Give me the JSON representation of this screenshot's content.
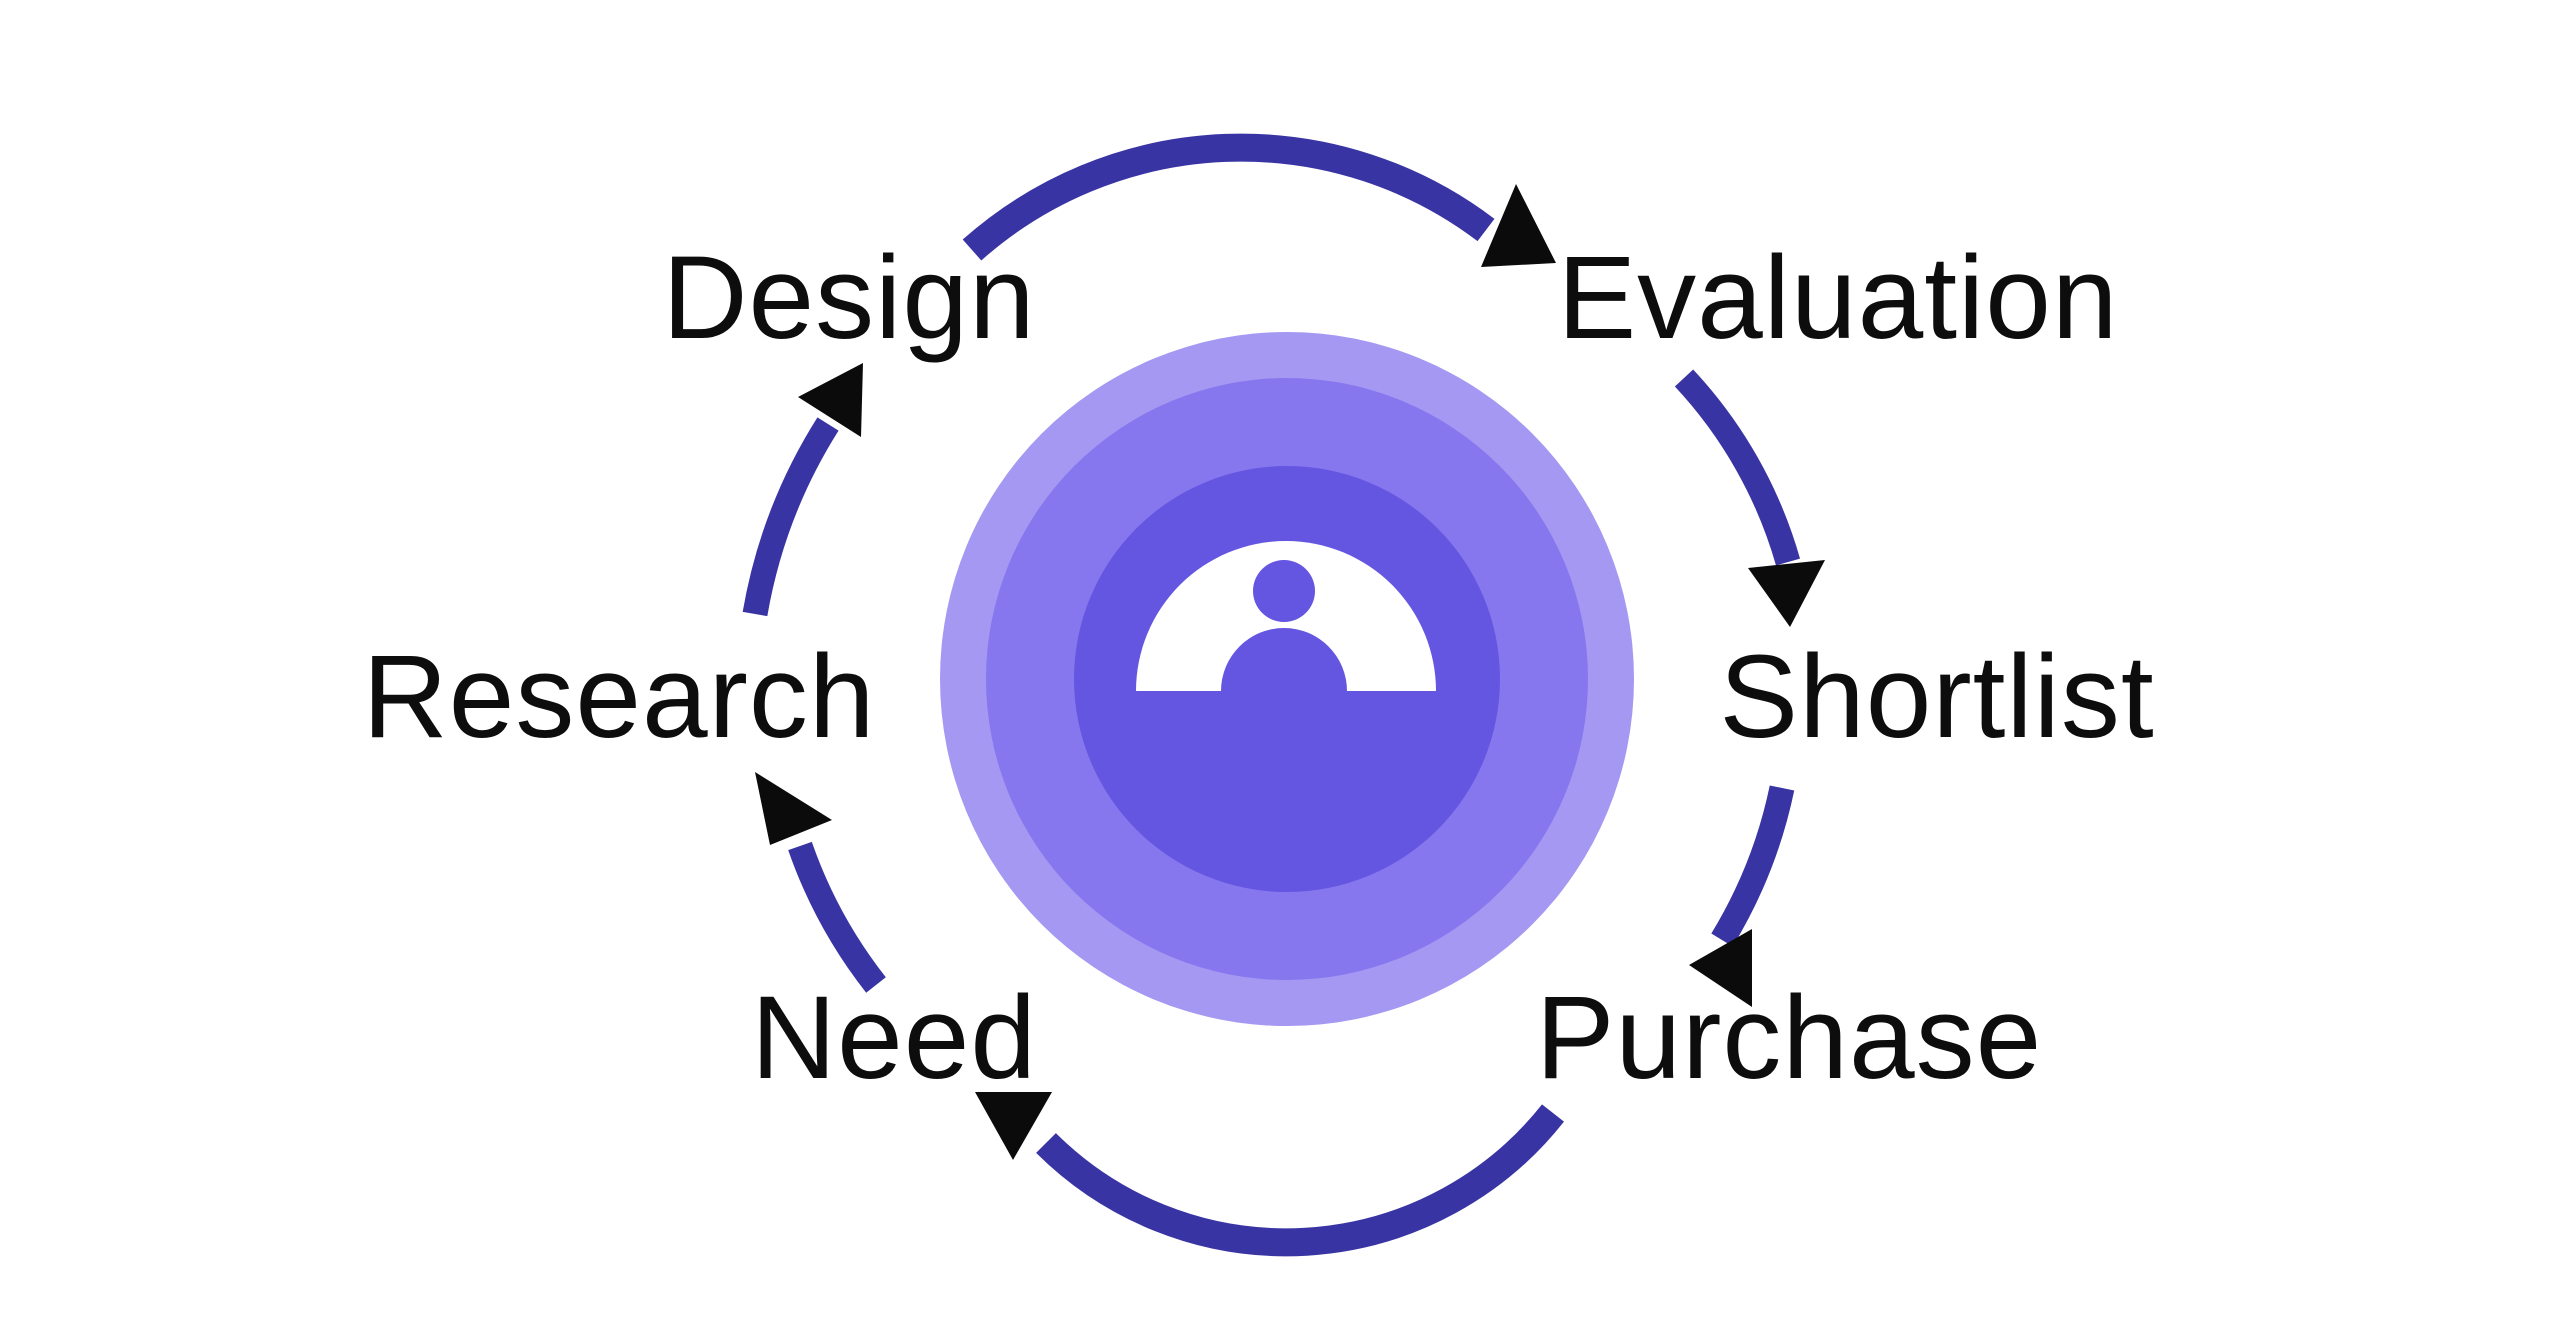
{
  "diagram": {
    "type": "cycle",
    "direction": "clockwise",
    "center_icon": "person-icon",
    "stages": [
      {
        "label": "Design",
        "position": "top-left"
      },
      {
        "label": "Evaluation",
        "position": "top-right"
      },
      {
        "label": "Shortlist",
        "position": "right"
      },
      {
        "label": "Purchase",
        "position": "bottom-right"
      },
      {
        "label": "Need",
        "position": "bottom-left"
      },
      {
        "label": "Research",
        "position": "left"
      }
    ],
    "connections": [
      {
        "from": "Design",
        "to": "Evaluation"
      },
      {
        "from": "Evaluation",
        "to": "Shortlist"
      },
      {
        "from": "Shortlist",
        "to": "Purchase"
      },
      {
        "from": "Purchase",
        "to": "Need"
      },
      {
        "from": "Need",
        "to": "Research"
      },
      {
        "from": "Research",
        "to": "Design"
      }
    ],
    "colors": {
      "background": "#ffffff",
      "label_text": "#0d0d0d",
      "arc": "#3934a3",
      "arrowhead": "#0b0b0b",
      "ring_outer": "#a498f3",
      "ring_middle": "#8677ee",
      "ring_inner": "#6456e1",
      "icon_cutout": "#ffffff"
    }
  }
}
